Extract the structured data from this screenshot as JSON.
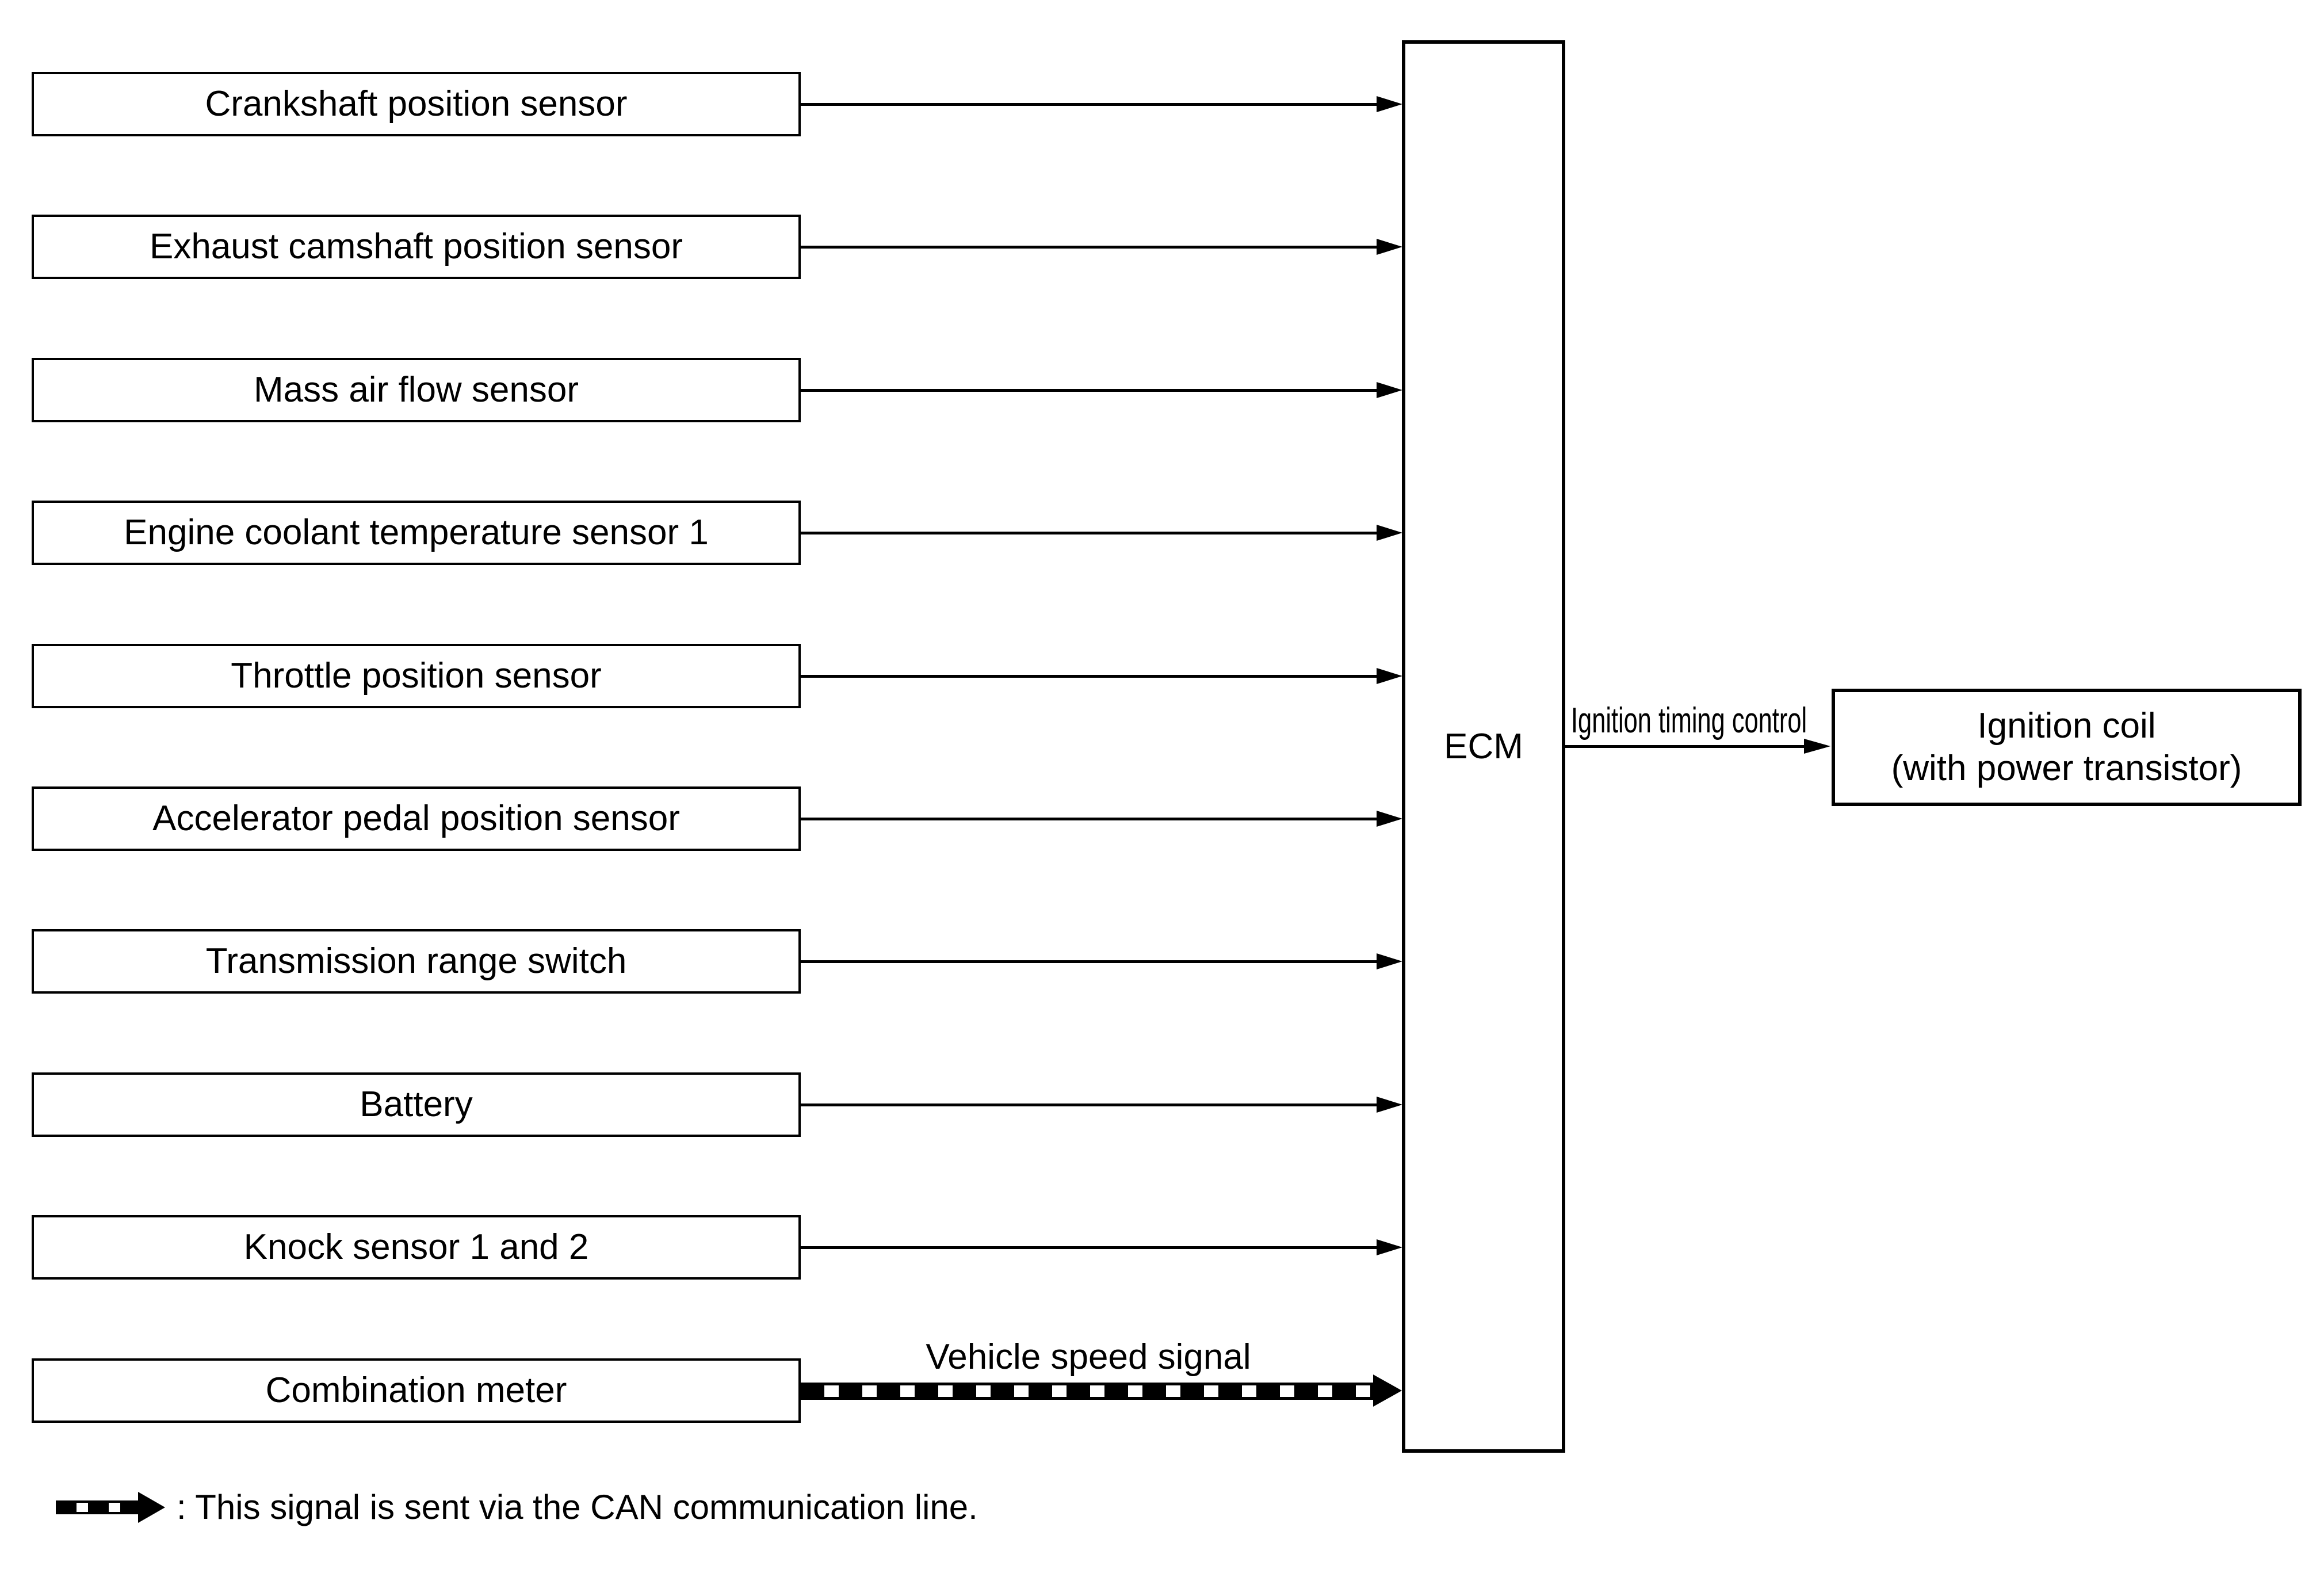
{
  "sensors": [
    "Crankshaft position sensor",
    "Exhaust camshaft position sensor",
    "Mass air flow sensor",
    "Engine coolant temperature sensor 1",
    "Throttle position sensor",
    "Accelerator pedal position sensor",
    "Transmission range switch",
    "Battery",
    "Knock sensor 1 and 2",
    "Combination meter"
  ],
  "ecm": {
    "label": "ECM"
  },
  "ignition_arrow": {
    "label": "Ignition timing control"
  },
  "ignition_coil": {
    "line1": "Ignition coil",
    "line2": "(with power transistor)"
  },
  "can_signal": {
    "label": "Vehicle speed signal"
  },
  "legend": {
    "text": ": This signal is sent via the CAN communication line."
  },
  "colors": {
    "line": "#000000",
    "background": "#ffffff"
  }
}
